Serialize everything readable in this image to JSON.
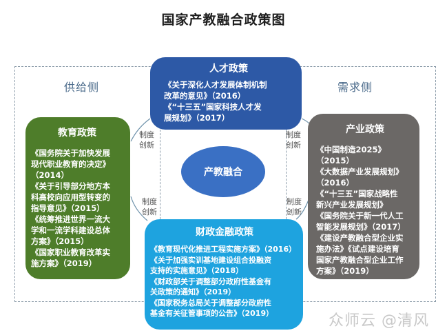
{
  "title": "国家产教融合政策图",
  "sides": {
    "supply": "供给侧",
    "demand": "需求侧"
  },
  "center": "产教融合",
  "institutional_innovation": [
    "制度\n创新",
    "制度\n创新",
    "制度\n创新",
    "制度\n创新"
  ],
  "policies": {
    "talent": {
      "heading": "人才政策",
      "color": "#2d59a6",
      "text": "《关于深化人才发展体制机制\n改革的意见》（2016）\n《“十三五”国家科技人才发\n展规划》（2017）"
    },
    "education": {
      "heading": "教育政策",
      "color": "#4e7d2a",
      "text": "《国务院关于加快发展\n现代职业教育的决定》\n（2014）\n《关于引导部分地方本\n科高校向应用型转变的\n指导意见》（2015）\n《统筹推进世界一流大\n学和一流学科建设总体\n方案》（2015）\n《国家职业教育改革实\n施方案》（2019）"
    },
    "industry": {
      "heading": "产业政策",
      "color": "#6b6866",
      "text": "《中国制造2025》\n（2015）\n《大数据产业发展规划》\n（2016）\n《“十三五”国家战略性\n新兴产业发展规划》\n《国务院关于新一代人工\n智能发展规划》（2017）\n《建设产教融合型企业实\n施办法》《试点建设培育\n国家产教融合型企业工作\n方案》（2019）"
    },
    "finance": {
      "heading": "财政金融政策",
      "color": "#1ea3df",
      "text": "《教育现代化推进工程实施方案》（2016）\n《关于加强实训基地建设组合投融资\n支持的实施意见》（2018）\n《财政部关于调整部分政府性基金有\n关政策的通知》（2019）\n《国家税务总局关于调整部分政府性\n基金有关征管事项的公告》（2019）"
    }
  },
  "watermark": "众师云 @清风"
}
